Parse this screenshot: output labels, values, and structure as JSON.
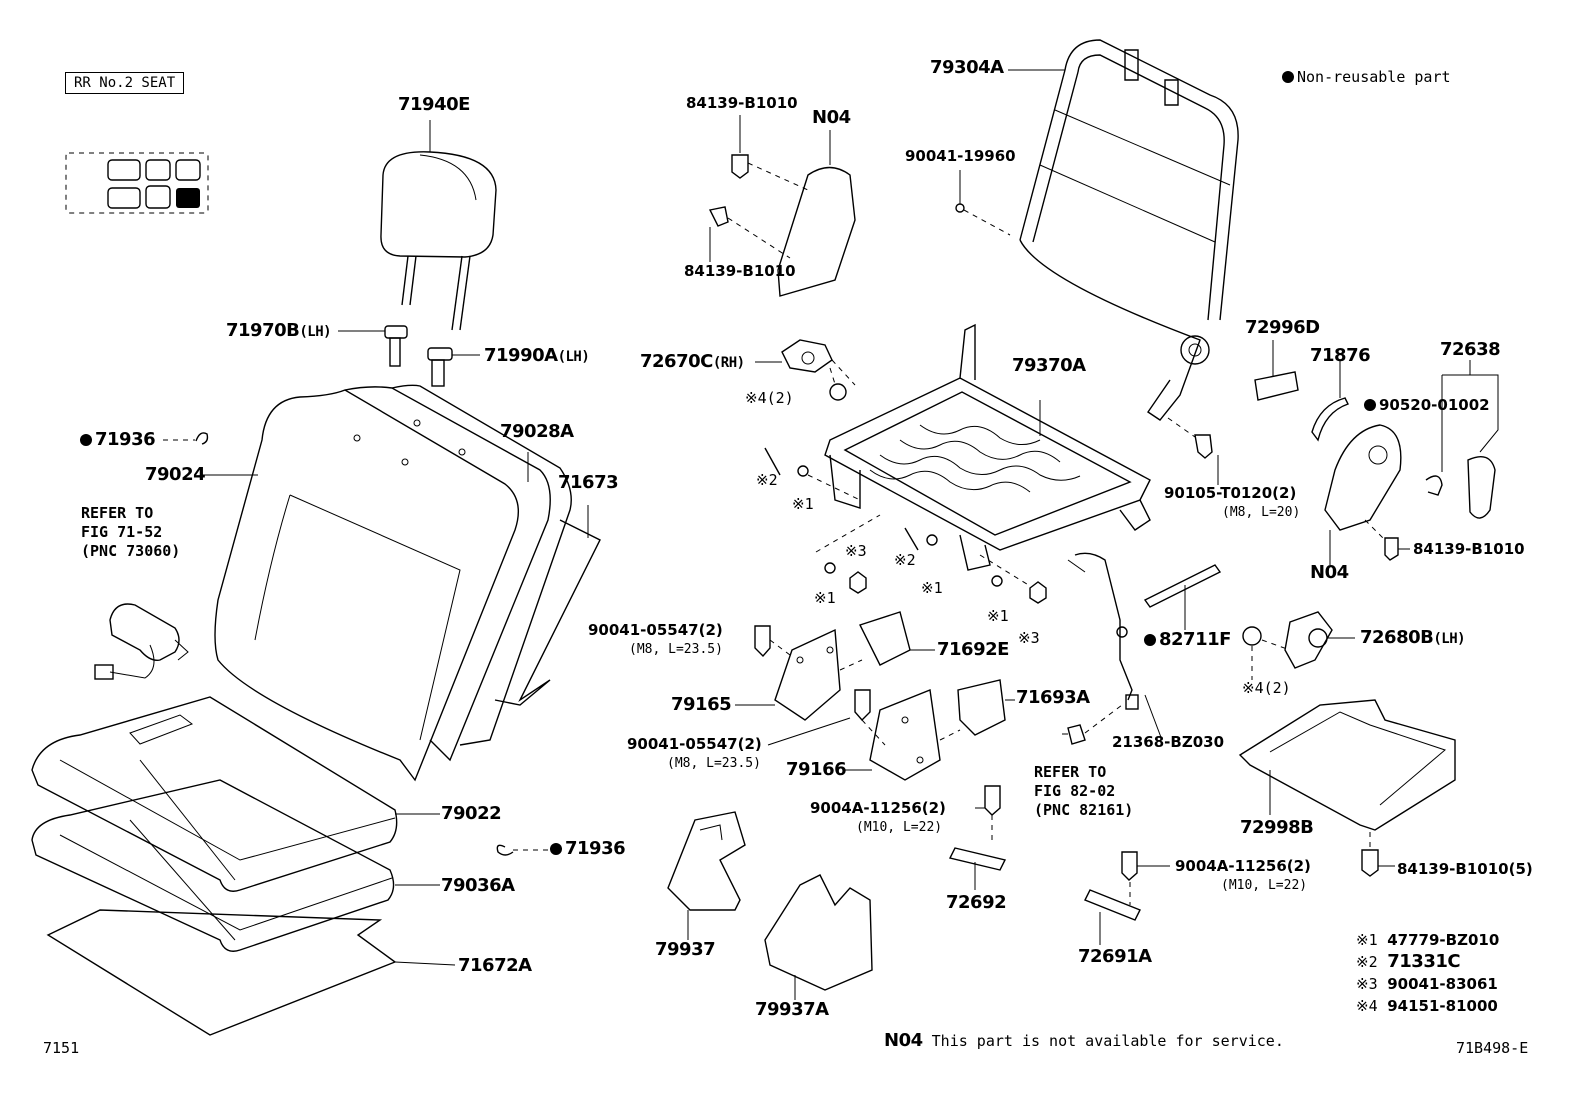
{
  "header": {
    "seat_box": "RR No.2 SEAT",
    "legend": "Non-reusable part"
  },
  "labels": {
    "p71940E": "71940E",
    "p71970B": "71970B",
    "p71970B_sfx": "(LH)",
    "p71990A": "71990A",
    "p71990A_sfx": "(LH)",
    "p71936a": "71936",
    "p79024": "79024",
    "p79028A": "79028A",
    "p71673": "71673",
    "refer1_l1": "REFER TO",
    "refer1_l2": "FIG 71-52",
    "refer1_l3": "(PNC 73060)",
    "p79022": "79022",
    "p71936b": "71936",
    "p79036A": "79036A",
    "p71672A": "71672A",
    "p84139_B1010_top": "84139-B1010",
    "n04_top": "N04",
    "p84139_B1010_mid": "84139-B1010",
    "p72670C": "72670C",
    "p72670C_sfx": "(RH)",
    "m4_2_a": "※4(2)",
    "m2_a": "※2",
    "m1_a": "※1",
    "m3_a": "※3",
    "m2_b": "※2",
    "m1_b": "※1",
    "m1_c": "※1",
    "m1_d": "※1",
    "m3_b": "※3",
    "p90041_05547_a": "90041-05547(2)",
    "p90041_05547_a_sub": "(M8, L=23.5)",
    "p71692E": "71692E",
    "p79165": "79165",
    "p90041_05547_b": "90041-05547(2)",
    "p90041_05547_b_sub": "(M8, L=23.5)",
    "p71693A": "71693A",
    "p79166": "79166",
    "p9004A_11256_a": "9004A-11256(2)",
    "p9004A_11256_a_sub": "(M10, L=22)",
    "p72692": "72692",
    "p79937": "79937",
    "p79937A": "79937A",
    "p79304A": "79304A",
    "p90041_19960": "90041-19960",
    "p79370A": "79370A",
    "p82711F": "82711F",
    "p21368_BZ030": "21368-BZ030",
    "refer2_l1": "REFER TO",
    "refer2_l2": "FIG 82-02",
    "refer2_l3": "(PNC 82161)",
    "p9004A_11256_b": "9004A-11256(2)",
    "p9004A_11256_b_sub": "(M10, L=22)",
    "p72691A": "72691A",
    "p72996D": "72996D",
    "p71876": "71876",
    "p72638": "72638",
    "p90520_01002": "90520-01002",
    "p90105_T0120": "90105-T0120(2)",
    "p90105_T0120_sub": "(M8, L=20)",
    "n04_right": "N04",
    "p84139_B1010_right": "84139-B1010",
    "p72680B": "72680B",
    "p72680B_sfx": "(LH)",
    "m4_2_b": "※4(2)",
    "p72998B": "72998B",
    "p84139_B1010_5": "84139-B1010(5)"
  },
  "notes": {
    "k1": "※1",
    "v1": "47779-BZ010",
    "k2": "※2",
    "v2": "71331C",
    "k3": "※3",
    "v3": "90041-83061",
    "k4": "※4",
    "v4": "94151-81000"
  },
  "footer": {
    "n04": "N04",
    "n04_text": "This part is not available for service.",
    "left_code": "7151",
    "right_code": "71B498-E"
  }
}
